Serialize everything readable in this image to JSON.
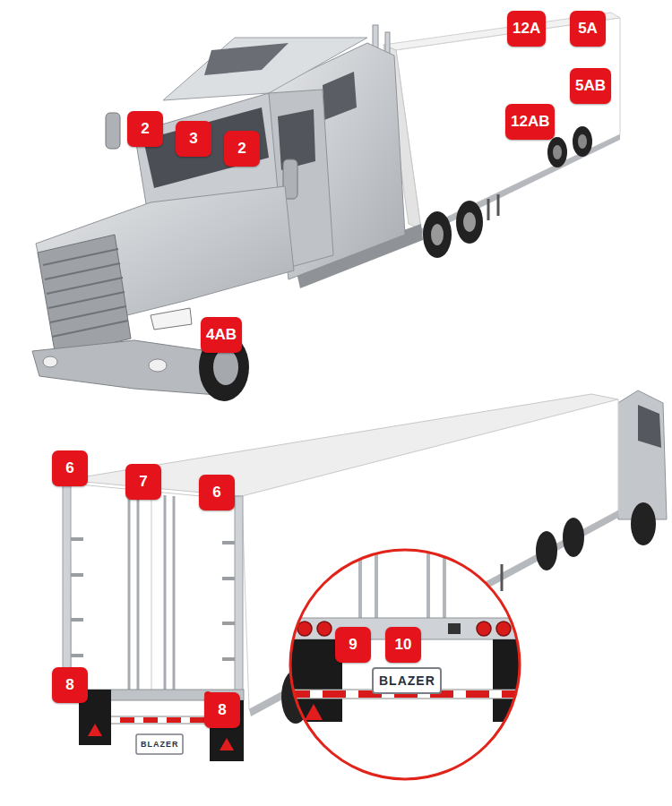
{
  "diagram": {
    "labels": [
      "2",
      "3",
      "2",
      "12A",
      "5A",
      "5AB",
      "12AB",
      "4AB",
      "6",
      "7",
      "6",
      "8",
      "8",
      "9",
      "10",
      "BLAZER",
      "BLAZER"
    ]
  }
}
